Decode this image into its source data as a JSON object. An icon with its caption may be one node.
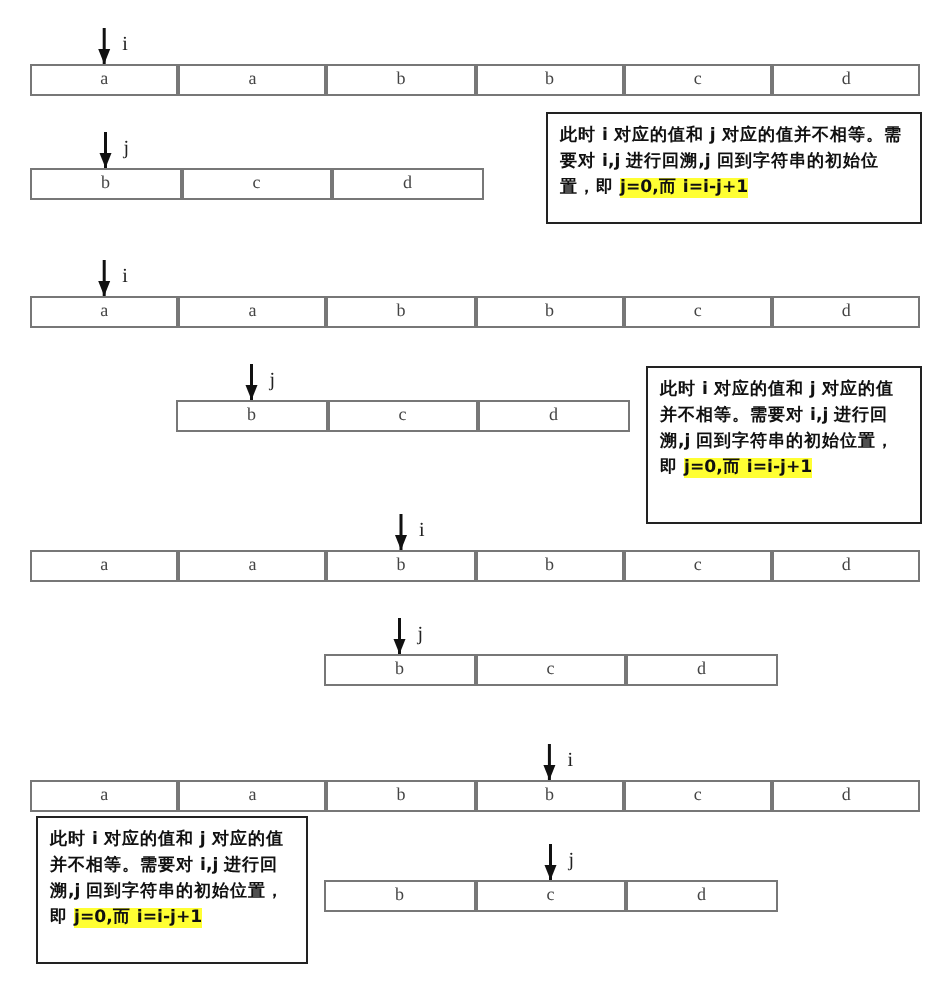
{
  "diagram": {
    "nodes": [
      {
        "text": [
          "a"
        ]
      },
      {
        "text": [
          "a"
        ]
      },
      {
        "text": [
          "b"
        ]
      },
      {
        "text": [
          "b"
        ]
      },
      {
        "text": [
          "c"
        ]
      },
      {
        "text": [
          "d"
        ]
      },
      {
        "text": [
          "b"
        ]
      },
      {
        "text": [
          "c"
        ]
      },
      {
        "text": [
          "d"
        ]
      },
      {
        "text": [
          "此时 i 对应的值和 j 对应的值并不相等。需要对 i,j 进行回溯,j 回到字符串的初始位置，即 **j=0,而 i=i-j+1**"
        ]
      },
      {
        "text": [
          "a"
        ]
      },
      {
        "text": [
          "a"
        ]
      },
      {
        "text": [
          "b"
        ]
      },
      {
        "text": [
          "b"
        ]
      },
      {
        "text": [
          "c"
        ]
      },
      {
        "text": [
          "d"
        ]
      },
      {
        "text": [
          "b"
        ]
      },
      {
        "text": [
          "c"
        ]
      },
      {
        "text": [
          "d"
        ]
      },
      {
        "text": [
          "此时 i 对应的值和 j 对应的值并不相等。需要对 i,j 进行回溯,j 回到字符串的初始位置，即 **j=0,而 i=i-j+1**"
        ]
      },
      {
        "text": [
          "a"
        ]
      },
      {
        "text": [
          "a"
        ]
      },
      {
        "text": [
          "b"
        ]
      },
      {
        "text": [
          "b"
        ]
      },
      {
        "text": [
          "c"
        ]
      },
      {
        "text": [
          "d"
        ]
      },
      {
        "text": [
          "b"
        ]
      },
      {
        "text": [
          "c"
        ]
      },
      {
        "text": [
          "d"
        ]
      },
      {
        "text": [
          "a"
        ]
      },
      {
        "text": [
          "a"
        ]
      },
      {
        "text": [
          "b"
        ]
      },
      {
        "text": [
          "b"
        ]
      },
      {
        "text": [
          "c"
        ]
      },
      {
        "text": [
          "d"
        ]
      },
      {
        "text": [
          "b"
        ]
      },
      {
        "text": [
          "c"
        ]
      },
      {
        "text": [
          "d"
        ]
      },
      {
        "text": [
          "此时 i 对应的值和 j 对应的值并不相等。需要对 i,j 进行回溯,j 回到字符串的初始位置，即 **j=0,而 i=i-j+1**"
        ]
      }
    ],
    "edges": [
      {
        "from": null,
        "to": 0,
        "arrow": "to",
        "label": "i"
      },
      {
        "from": null,
        "to": 6,
        "arrow": "to",
        "label": "j"
      },
      {
        "from": null,
        "to": 10,
        "arrow": "to",
        "label": "i"
      },
      {
        "from": null,
        "to": 16,
        "arrow": "to",
        "label": "j"
      },
      {
        "from": null,
        "to": 22,
        "arrow": "to",
        "label": "i"
      },
      {
        "from": null,
        "to": 26,
        "arrow": "to",
        "label": "j"
      },
      {
        "from": null,
        "to": 32,
        "arrow": "to",
        "label": "i"
      },
      {
        "from": null,
        "to": 36,
        "arrow": "to",
        "label": "j"
      }
    ]
  }
}
